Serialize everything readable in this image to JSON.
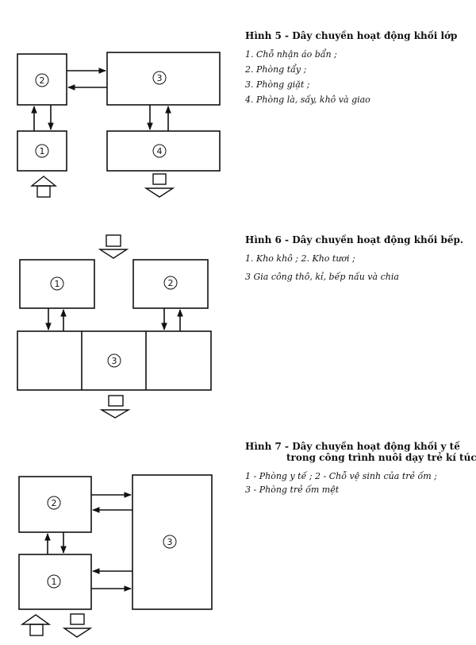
{
  "figures": [
    {
      "title": "Hình 5 - Dây chuyền hoạt động khối lớp",
      "items": [
        "1. Chỗ nhận áo bẩn ;",
        "2. Phòng tẩy ;",
        "3. Phòng giặt ;",
        "4. Phòng là, sấy, khô và giao"
      ],
      "boxes": [
        {
          "key": "f5b2",
          "label": "2"
        },
        {
          "key": "f5b3",
          "label": "3"
        },
        {
          "key": "f5b1",
          "label": "1"
        },
        {
          "key": "f5b4",
          "label": "4"
        }
      ]
    },
    {
      "title": "Hình 6 - Dây chuyền hoạt động khối bếp.",
      "items": [
        "1. Kho khô ; 2. Kho tươi ;",
        "3 Gia công thô, kỉ, bếp nấu và chia"
      ],
      "boxes": [
        {
          "key": "f6b1",
          "label": "1"
        },
        {
          "key": "f6b2",
          "label": "2"
        },
        {
          "key": "f6b3",
          "label": "3"
        }
      ]
    },
    {
      "title": "Hình 7 - Dây chuyền hoạt động khối y tế",
      "title_line2": "trong công trình nuôi dạy trẻ kí túc",
      "items": [
        "1 - Phòng y tế ; 2 - Chỗ vệ sinh của trẻ ốm ;",
        "3 - Phòng trẻ ốm mệt"
      ],
      "boxes": [
        {
          "key": "f7b2",
          "label": "2"
        },
        {
          "key": "f7b1",
          "label": "1"
        },
        {
          "key": "f7b3",
          "label": "3"
        }
      ]
    }
  ]
}
